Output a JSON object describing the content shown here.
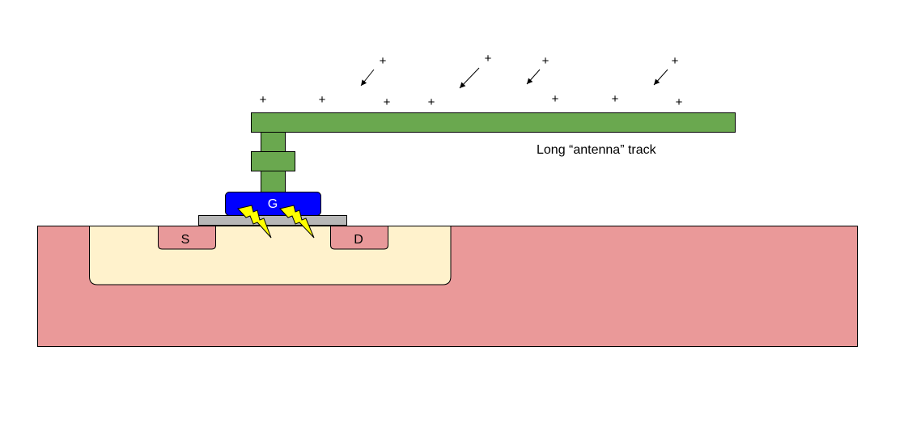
{
  "labels": {
    "gate": "G",
    "source": "S",
    "drain": "D",
    "antenna": "Long “antenna” track"
  },
  "charge_symbol": "+",
  "icons": {
    "spark": "lightning-bolt-icon",
    "charge_flow": "arrow-icon"
  },
  "colors": {
    "substrate": "#ea9999",
    "well": "#fff2cc",
    "diffusion": "#e8999a",
    "oxide": "#b7b7b7",
    "gate": "#0000ff",
    "metal": "#6aa84f",
    "spark": "#ffff00",
    "stroke": "#000000"
  }
}
